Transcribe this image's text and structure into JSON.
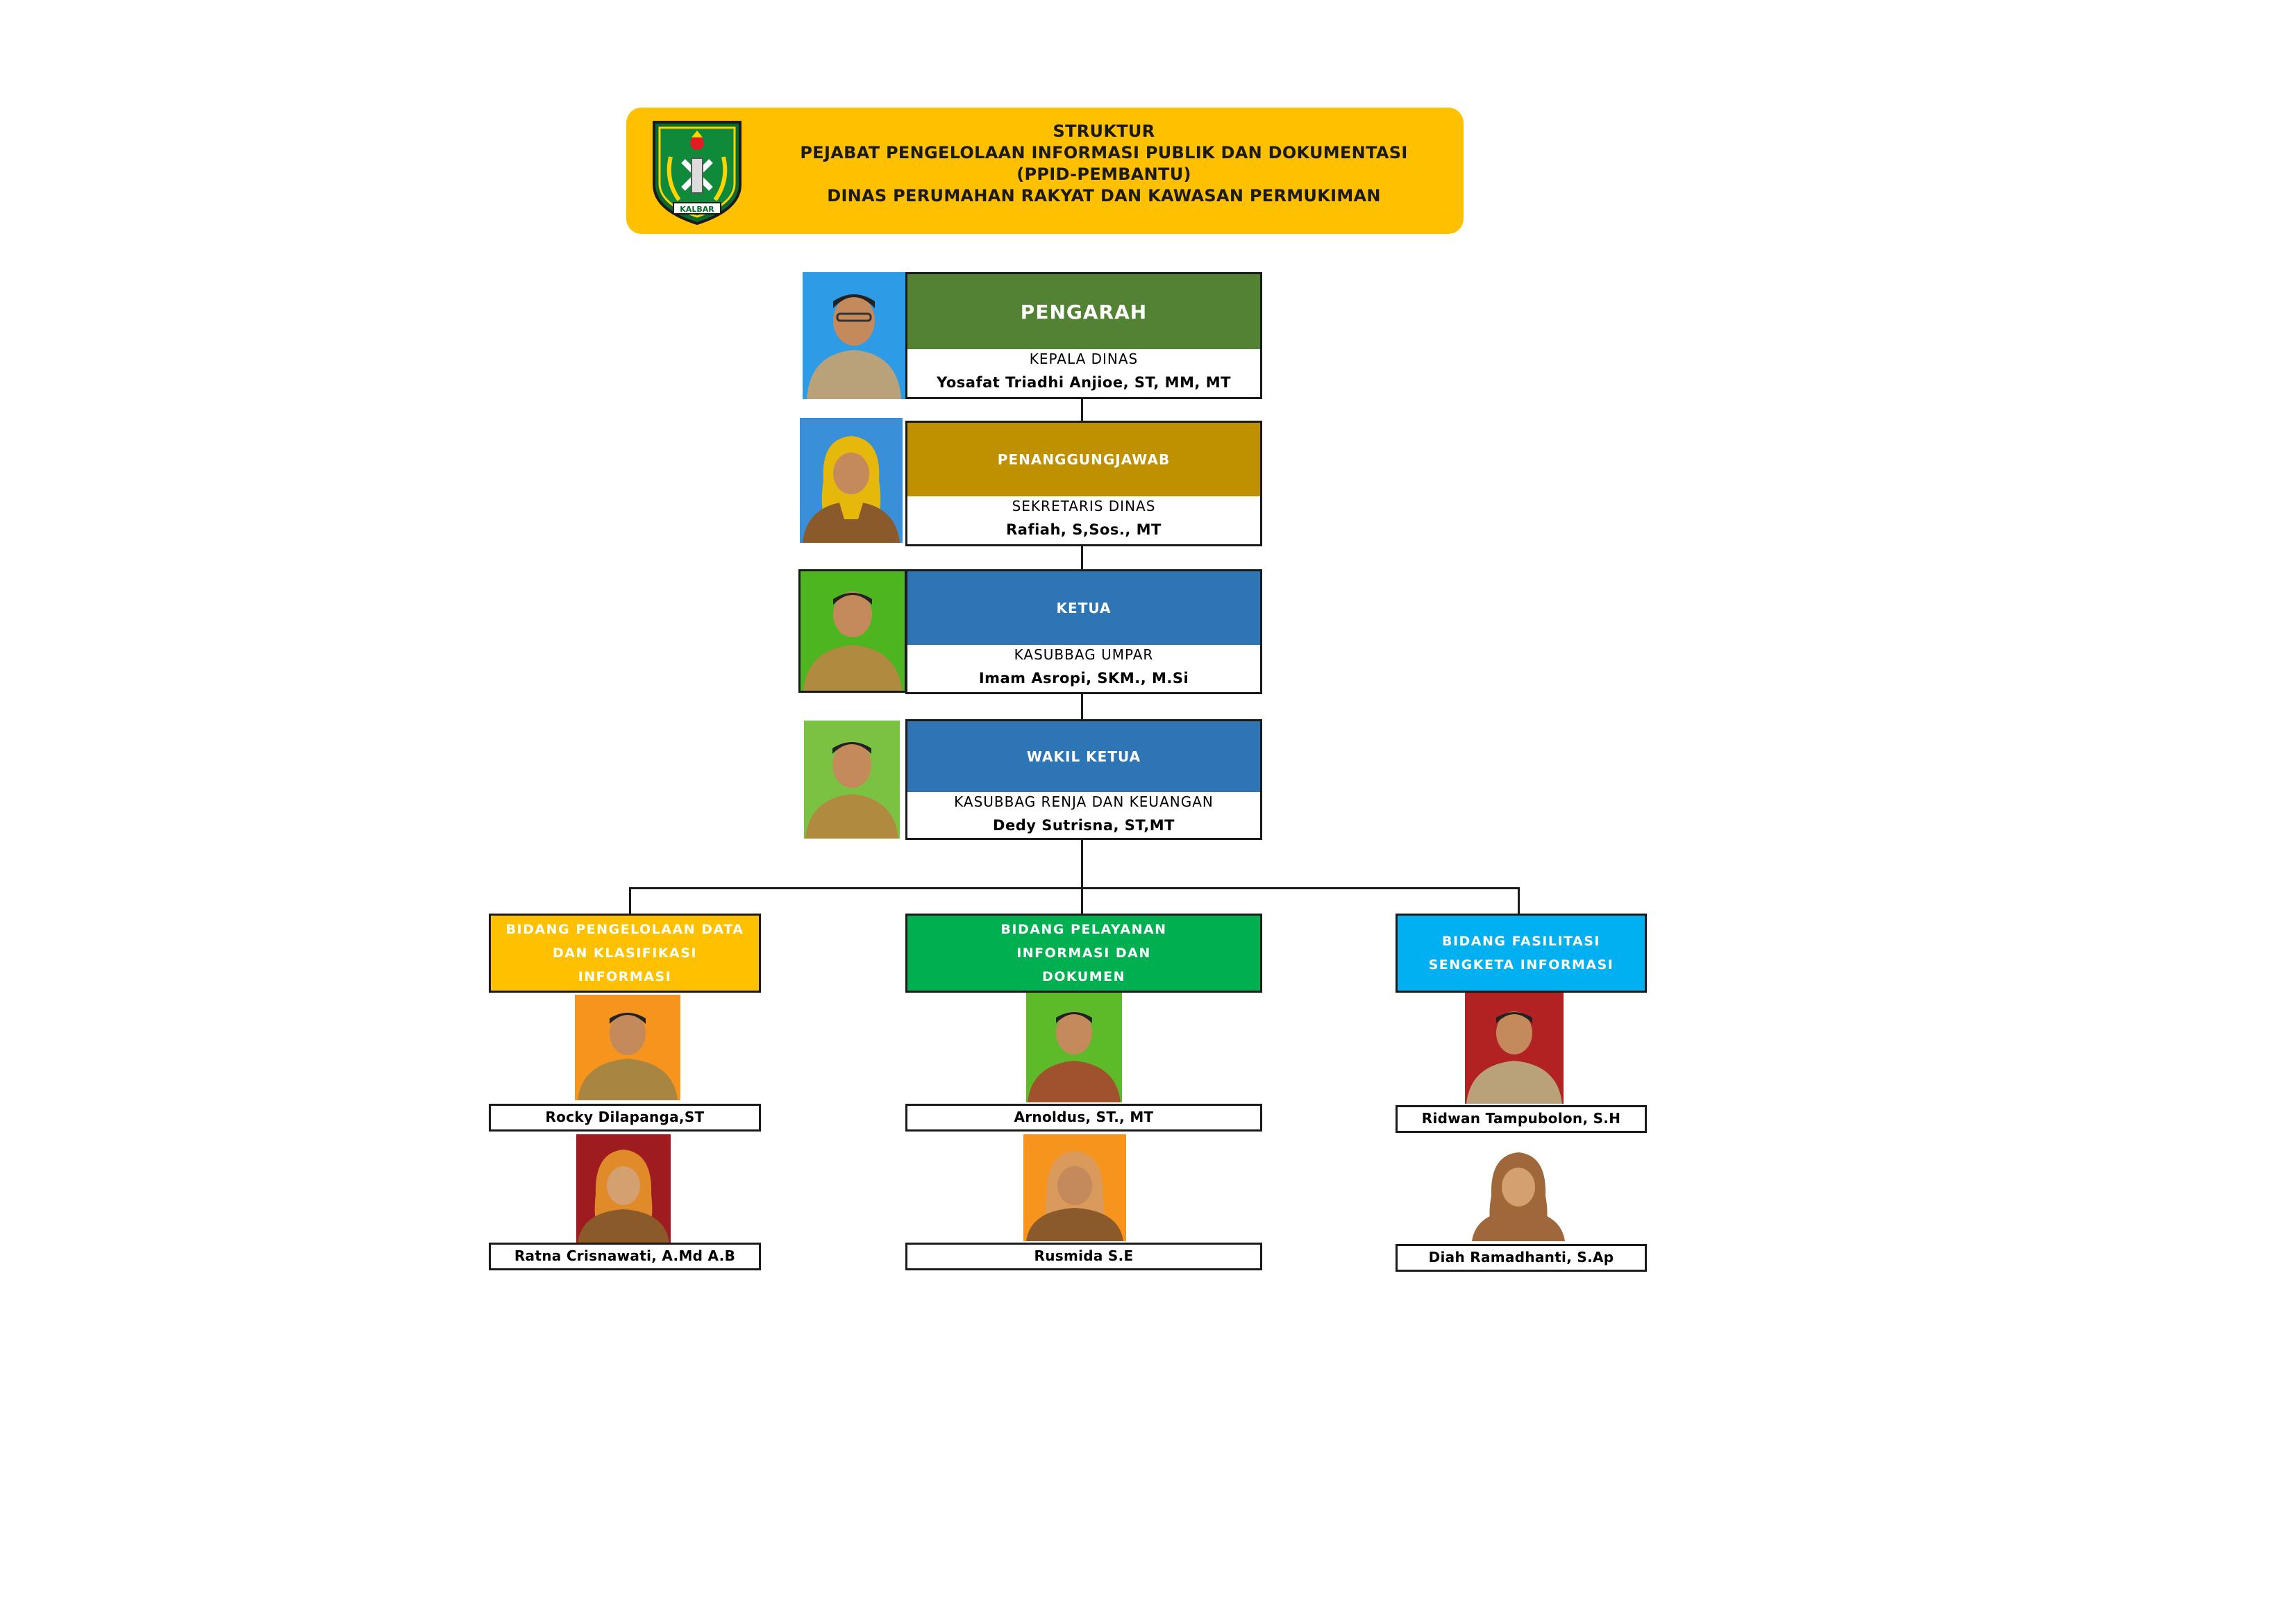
{
  "header": {
    "line1": "STRUKTUR",
    "line2": "PEJABAT PENGELOLAAN INFORMASI PUBLIK DAN DOKUMENTASI",
    "line3": "(PPID-PEMBANTU)",
    "line4": "DINAS PERUMAHAN RAKYAT DAN KAWASAN PERMUKIMAN",
    "logo_text": "KALBAR"
  },
  "hierarchy": [
    {
      "role": "PENGARAH",
      "position": "KEPALA DINAS",
      "name": "Yosafat Triadhi Anjioe, ST, MM, MT",
      "color": "#548235",
      "photo_bg": "#2E9BE6"
    },
    {
      "role": "PENANGGUNGJAWAB",
      "position": "SEKRETARIS DINAS",
      "name": "Rafiah, S,Sos., MT",
      "color": "#BF9000",
      "photo_bg": "#3A90D8"
    },
    {
      "role": "KETUA",
      "position": "KASUBBAG UMPAR",
      "name": "Imam Asropi, SKM., M.Si",
      "color": "#2E75B6",
      "photo_bg": "#4CB51F"
    },
    {
      "role": "WAKIL KETUA",
      "position": "KASUBBAG RENJA DAN KEUANGAN",
      "name": "Dedy Sutrisna, ST,MT",
      "color": "#2E75B6",
      "photo_bg": "#7CC242"
    }
  ],
  "divisions": [
    {
      "title": "BIDANG PENGELOLAAN DATA\nDAN KLASIFIKASI\nINFORMASI",
      "color": "#FFC000",
      "members": [
        {
          "name": "Rocky Dilapanga,ST",
          "photo_bg": "#F7941D"
        },
        {
          "name": "Ratna Crisnawati, A.Md A.B",
          "photo_bg": "#9E1B1F"
        }
      ]
    },
    {
      "title": "BIDANG PELAYANAN\nINFORMASI DAN\nDOKUMEN",
      "color": "#00B050",
      "members": [
        {
          "name": "Arnoldus, ST., MT",
          "photo_bg": "#5DBB2A"
        },
        {
          "name": "Rusmida S.E",
          "photo_bg": "#F7941D"
        }
      ]
    },
    {
      "title": "BIDANG FASILITASI\nSENGKETA INFORMASI",
      "color": "#00B0F0",
      "members": [
        {
          "name": "Ridwan Tampubolon, S.H",
          "photo_bg": "#B22222"
        },
        {
          "name": "Diah Ramadhanti, S.Ap",
          "photo_bg": "#FFFFFF"
        }
      ]
    }
  ]
}
